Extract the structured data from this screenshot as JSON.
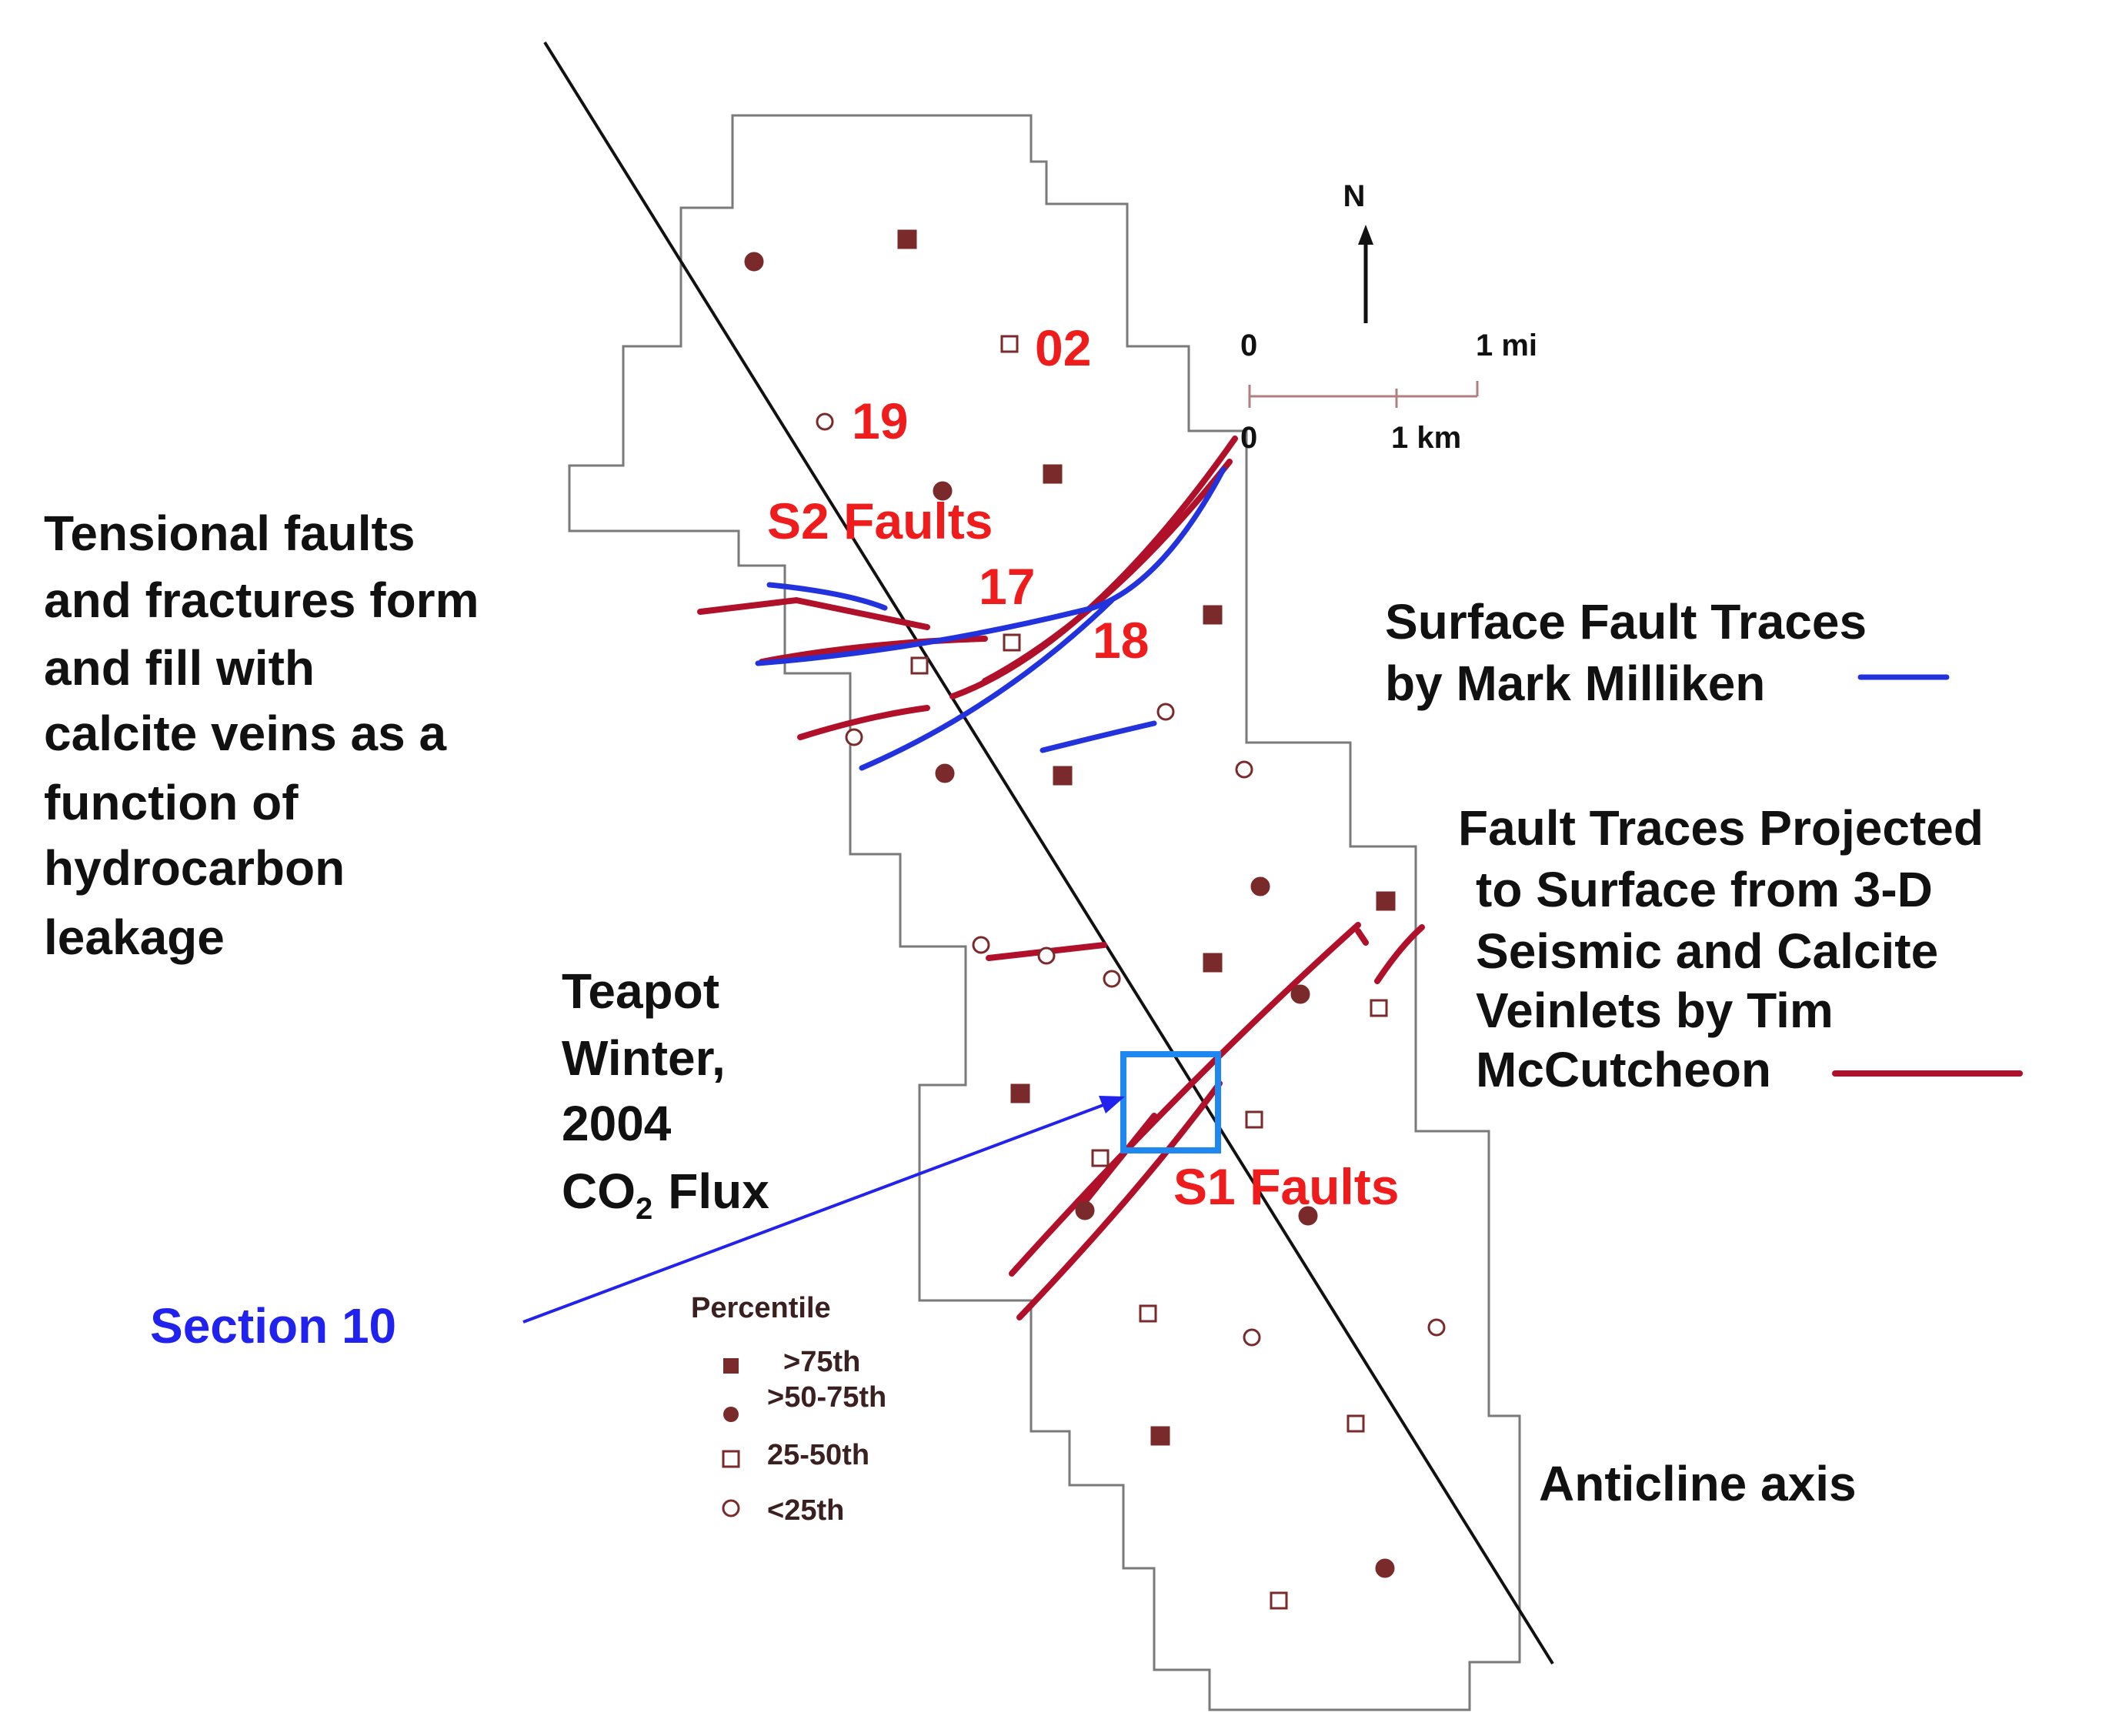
{
  "title_block": {
    "lines": [
      "Teapot",
      "Winter,",
      "2004",
      "CO",
      "Flux"
    ],
    "subscript": "2"
  },
  "annotations": {
    "tensional": [
      "Tensional faults",
      "and fractures form",
      "and fill with",
      "calcite veins as a",
      "function of",
      "hydrocarbon",
      "leakage"
    ],
    "section": "Section 10",
    "anticline": "Anticline axis",
    "s2": "S2 Faults",
    "s1": "S1 Faults",
    "wells": [
      "02",
      "19",
      "17",
      "18"
    ]
  },
  "legend_traces": {
    "surface": [
      "Surface Fault Traces",
      "by Mark Milliken"
    ],
    "projected": [
      "Fault Traces Projected",
      "to Surface from 3-D",
      "Seismic and Calcite",
      "Veinlets by Tim",
      "McCutcheon"
    ]
  },
  "scale": {
    "north": "N",
    "mi_zero": "0",
    "mi_one": "1 mi",
    "km_zero": "0",
    "km_one": "1 km"
  },
  "percentile_legend": {
    "title": "Percentile",
    "items": [
      ">75th",
      ">50-75th",
      "25-50th",
      "<25th"
    ]
  },
  "colors": {
    "surface_trace": "#2233dd",
    "projected_trace": "#b0102a",
    "label_red": "#ee1c1c",
    "section_box": "#1e88f0",
    "marker": "#7a2a2a"
  }
}
